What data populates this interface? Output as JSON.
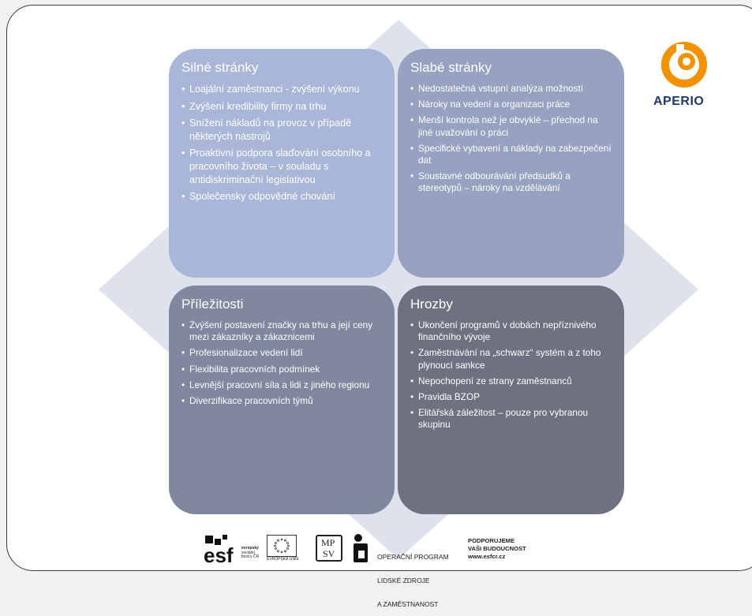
{
  "brand": {
    "name": "APERIO",
    "color": "#f39200",
    "text_color": "#203a6b"
  },
  "quadrants": [
    {
      "id": "strengths",
      "title": "Silné stránky",
      "color": "#a9b6d7",
      "items": [
        "Loajální zaměstnanci - zvýšení výkonu",
        "Zvýšení kredibility firmy na trhu",
        "Snížení nákladů na provoz v případě některých nástrojů",
        "Proaktivní podpora slaďování osobního a pracovního života – v souladu s antidiskriminační legislativou",
        "Společensky odpovědné chování"
      ]
    },
    {
      "id": "weaknesses",
      "title": "Slabé stránky",
      "color": "#97a2c0",
      "items": [
        "Nedostatečná vstupní analýza možností",
        "Nároky na vedení  a organizaci práce",
        "Menší kontrola než je obvyklé – přechod na jiné uvažování o práci",
        "Specifické vybavení a náklady na zabezpečení dat",
        "Soustavné odbourávání předsudků a stereotypů – nároky na vzdělávání"
      ]
    },
    {
      "id": "opportunities",
      "title": "Příležitosti",
      "color": "#7f889e",
      "items": [
        "Zvýšení postavení značky na trhu a její ceny mezi zákazníky a zákaznicemi",
        "Profesionalizace vedení lidí",
        "Flexibilita pracovních podmínek",
        "Levnější pracovní síla a lidi z jiného regionu",
        "Diverzifikace pracovních týmů"
      ]
    },
    {
      "id": "threats",
      "title": "Hrozby",
      "color": "#6e7280",
      "items": [
        "Ukončení programů v dobách nepříznivého finančního vývoje",
        "Zaměstnávání na „schwarz“ systém a z toho plynoucí sankce",
        "Nepochopení ze strany zaměstnanců",
        "Pravidla BZOP",
        "Elitářská záležitost – pouze pro vybranou skupinu"
      ]
    }
  ],
  "footer": {
    "esf_line1": "evropský",
    "esf_line2": "sociální",
    "esf_line3": "fond v ČR",
    "eu_label": "EVROPSKÁ UNIE",
    "mpsv_top": "MP",
    "mpsv_bottom": "SV",
    "op_line1": "OPERAČNÍ PROGRAM",
    "op_line2": "LIDSKÉ ZDROJE",
    "op_line3": "A ZAMĚSTNANOST",
    "sup_line1": "PODPORUJEME",
    "sup_line2": "VAŠI BUDOUCNOST",
    "sup_line3": "www.esfcr.cz"
  }
}
